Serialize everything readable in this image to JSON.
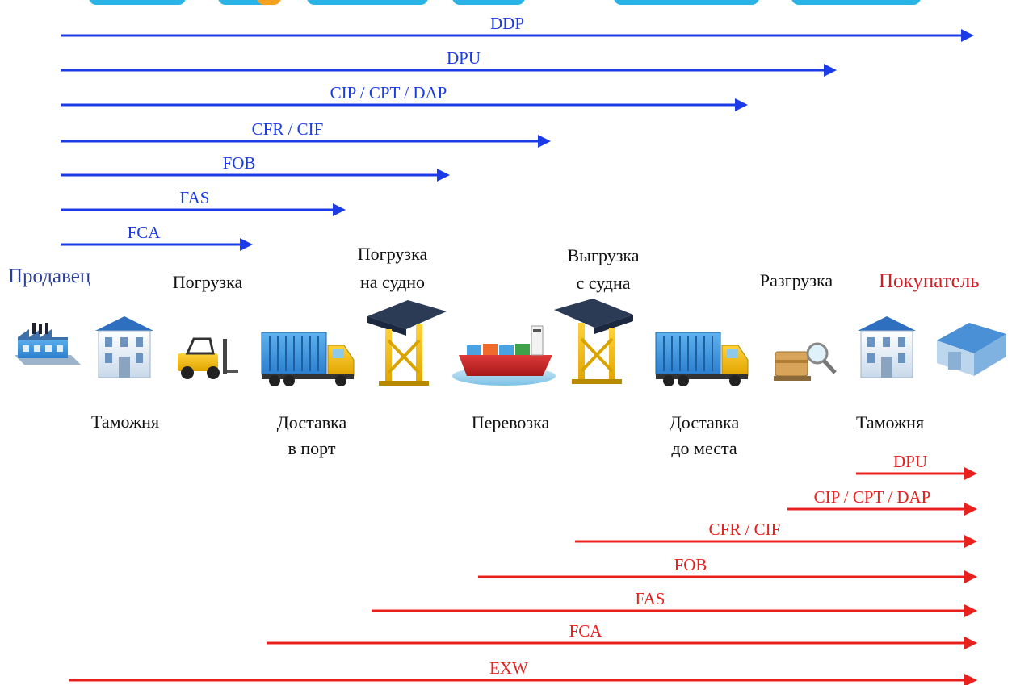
{
  "colors": {
    "seller_arrows": "#1a3be6",
    "buyer_arrows": "#e8211f",
    "seller_text": "#2b3d9a",
    "buyer_text": "#d21f26"
  },
  "parties": {
    "seller": "Продавец",
    "buyer": "Покупатель"
  },
  "stages_top": {
    "loading": "Погрузка",
    "ship_loading_1": "Погрузка",
    "ship_loading_2": "на судно",
    "ship_unloading_1": "Выгрузка",
    "ship_unloading_2": "с судна",
    "unloading": "Разгрузка"
  },
  "stages_bottom": {
    "customs_origin": "Таможня",
    "port_delivery_1": "Доставка",
    "port_delivery_2": "в порт",
    "carriage": "Перевозка",
    "destination_delivery_1": "Доставка",
    "destination_delivery_2": "до места",
    "customs_destination": "Таможня"
  },
  "icons": [
    "factory-icon",
    "customs-building-icon",
    "forklift-icon",
    "truck-icon",
    "port-crane-icon",
    "container-ship-icon",
    "port-crane-icon",
    "truck-icon",
    "cargo-inspection-icon",
    "customs-building-icon",
    "warehouse-icon"
  ],
  "seller_obligations": [
    {
      "term": "DDP"
    },
    {
      "term": "DPU"
    },
    {
      "term": "CIP / CPT / DAP"
    },
    {
      "term": "CFR / CIF"
    },
    {
      "term": "FOB"
    },
    {
      "term": "FAS"
    },
    {
      "term": "FCA"
    }
  ],
  "buyer_obligations": [
    {
      "term": "DPU"
    },
    {
      "term": "CIP / CPT / DAP"
    },
    {
      "term": "CFR / CIF"
    },
    {
      "term": "FOB"
    },
    {
      "term": "FAS"
    },
    {
      "term": "FCA"
    },
    {
      "term": "EXW"
    }
  ]
}
